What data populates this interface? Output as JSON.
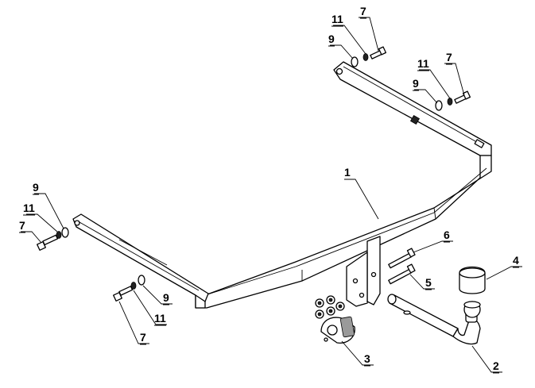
{
  "diagram": {
    "callouts": [
      {
        "id": "c1",
        "text": "1"
      },
      {
        "id": "c2",
        "text": "2"
      },
      {
        "id": "c3",
        "text": "3"
      },
      {
        "id": "c4",
        "text": "4"
      },
      {
        "id": "c5",
        "text": "5"
      },
      {
        "id": "c6",
        "text": "6"
      },
      {
        "id": "c7a",
        "text": "7"
      },
      {
        "id": "c7b",
        "text": "7"
      },
      {
        "id": "c7c",
        "text": "7"
      },
      {
        "id": "c7d",
        "text": "7"
      },
      {
        "id": "c9a",
        "text": "9"
      },
      {
        "id": "c9b",
        "text": "9"
      },
      {
        "id": "c9c",
        "text": "9"
      },
      {
        "id": "c9d",
        "text": "9"
      },
      {
        "id": "c11a",
        "text": "11"
      },
      {
        "id": "c11b",
        "text": "11"
      },
      {
        "id": "c11c",
        "text": "11"
      },
      {
        "id": "c11d",
        "text": "11"
      }
    ]
  }
}
